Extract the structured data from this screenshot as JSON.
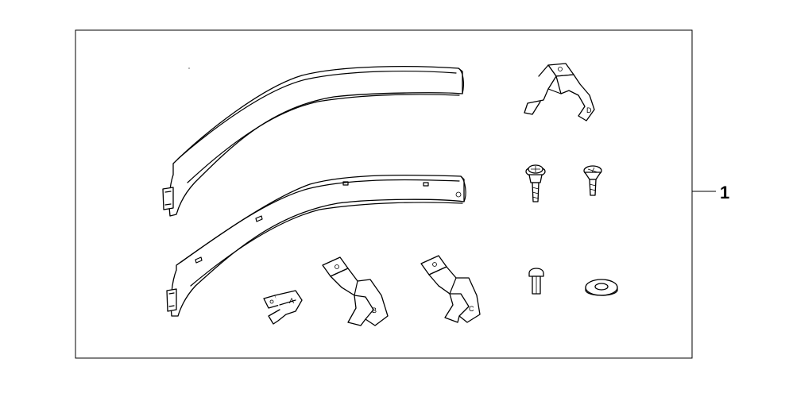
{
  "callout": {
    "number": "1"
  },
  "parts": {
    "bracket_a_letter": "A",
    "bracket_b_letter": "B",
    "bracket_c_letter": "C",
    "bracket_d_letter": "D"
  }
}
